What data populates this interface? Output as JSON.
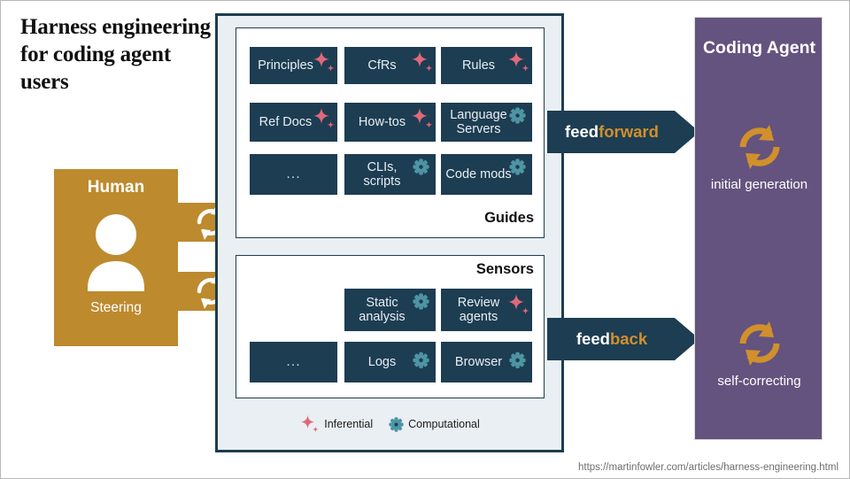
{
  "title": "Harness engineering for coding agent users",
  "human": {
    "label": "Human",
    "sublabel": "Steering",
    "avatar_icon": "person-icon",
    "steering_icon": "loop-arrows-icon"
  },
  "harness": {
    "guides": {
      "label": "Guides",
      "tiles": [
        {
          "label": "Principles",
          "kind": "inferential"
        },
        {
          "label": "CfRs",
          "kind": "inferential"
        },
        {
          "label": "Rules",
          "kind": "inferential"
        },
        {
          "label": "Ref Docs",
          "kind": "inferential"
        },
        {
          "label": "How-tos",
          "kind": "inferential"
        },
        {
          "label": "Language Servers",
          "kind": "computational"
        },
        {
          "label": "...",
          "kind": "none"
        },
        {
          "label": "CLIs, scripts",
          "kind": "computational"
        },
        {
          "label": "Code mods",
          "kind": "computational"
        }
      ]
    },
    "sensors": {
      "label": "Sensors",
      "tiles": [
        {
          "label": "",
          "kind": "blank"
        },
        {
          "label": "Static analysis",
          "kind": "computational"
        },
        {
          "label": "Review agents",
          "kind": "inferential"
        },
        {
          "label": "...",
          "kind": "none"
        },
        {
          "label": "Logs",
          "kind": "computational"
        },
        {
          "label": "Browser",
          "kind": "computational"
        }
      ]
    },
    "legend": [
      {
        "icon": "sparkle-icon",
        "label": "Inferential"
      },
      {
        "icon": "gear-icon",
        "label": "Computational"
      }
    ]
  },
  "flows": {
    "feedforward": {
      "prefix": "feed",
      "suffix": "forward"
    },
    "feedback": {
      "prefix": "feed",
      "suffix": "back"
    }
  },
  "agent": {
    "title": "Coding Agent",
    "stages": [
      {
        "icon": "loop-arrows-icon",
        "label": "initial generation"
      },
      {
        "icon": "loop-arrows-icon",
        "label": "self-correcting"
      }
    ]
  },
  "footer": {
    "url": "https://martinfowler.com/articles/harness-engineering.html"
  },
  "colors": {
    "navy": "#1d3d52",
    "gold": "#bd8a2e",
    "purple": "#64537e",
    "pink": "#e0687a",
    "teal": "#4e95a3",
    "panel_bg": "#eaeff3"
  }
}
